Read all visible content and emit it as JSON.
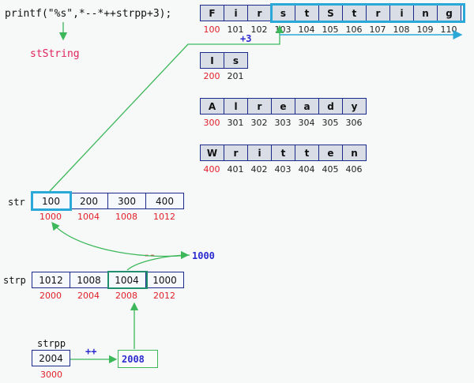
{
  "code": "printf(\"%s\",*--*++strpp+3);",
  "result": "stString",
  "strings": [
    {
      "chars": [
        "F",
        "i",
        "r",
        "s",
        "t",
        "S",
        "t",
        "r",
        "i",
        "n",
        "g"
      ],
      "addrs": [
        "100",
        "101",
        "102",
        "103",
        "104",
        "105",
        "106",
        "107",
        "108",
        "109",
        "110"
      ]
    },
    {
      "chars": [
        "I",
        "s"
      ],
      "addrs": [
        "200",
        "201"
      ]
    },
    {
      "chars": [
        "A",
        "l",
        "r",
        "e",
        "a",
        "d",
        "y"
      ],
      "addrs": [
        "300",
        "301",
        "302",
        "303",
        "304",
        "305",
        "306"
      ]
    },
    {
      "chars": [
        "W",
        "r",
        "i",
        "t",
        "t",
        "e",
        "n"
      ],
      "addrs": [
        "400",
        "401",
        "402",
        "403",
        "404",
        "405",
        "406"
      ]
    }
  ],
  "plus3": "+3",
  "str": {
    "label": "str",
    "values": [
      "100",
      "200",
      "300",
      "400"
    ],
    "addrs": [
      "1000",
      "1004",
      "1008",
      "1012"
    ]
  },
  "strp": {
    "label": "strp",
    "values": [
      "1012",
      "1008",
      "1004",
      "1000"
    ],
    "addrs": [
      "2000",
      "2004",
      "2008",
      "2012"
    ]
  },
  "strpp": {
    "label": "strpp",
    "value": "2004",
    "addr": "3000"
  },
  "dec_op": "--",
  "dec_result": "1000",
  "inc_op": "++",
  "inc_result": "2008",
  "colors": {
    "arrow": "#3cb85a",
    "highlight": "#2aa8d8",
    "red": "#e0202a",
    "blue": "#2b2bcf"
  }
}
